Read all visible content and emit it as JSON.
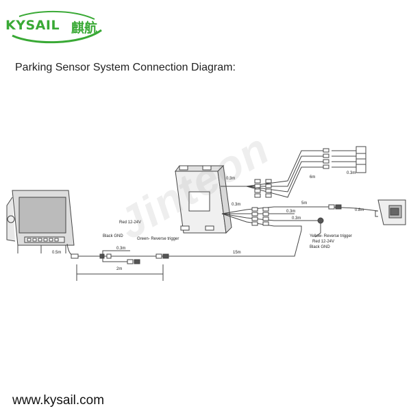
{
  "brand": {
    "name": "KYSAIL",
    "name_cn": "麒航",
    "color": "#39a935"
  },
  "title": "Parking Sensor System Connection Diagram:",
  "diagram": {
    "labels": {
      "cam_03_top": "0.3m",
      "cam_6m": "6m",
      "sensor_03": "0.3m",
      "box_03_a": "0.3m",
      "box_03_b": "0.3m",
      "box_03_c": "0.3m",
      "box_5m": "5m",
      "cam_08m": "0.8m",
      "monitor_05m": "0.5m",
      "red": "Red 12-24V",
      "black": "Black GND",
      "green": "Green- Reverse trigger",
      "cable_03": "0.3m",
      "cable_15m": "15m",
      "dim_2m": "2m",
      "yellow": "Yellow- Reverse trigger",
      "red2": "Red 12-24V",
      "black2": "Black GND"
    },
    "watermark": "Jinteon"
  },
  "footer": {
    "url": "www.kysail.com"
  }
}
